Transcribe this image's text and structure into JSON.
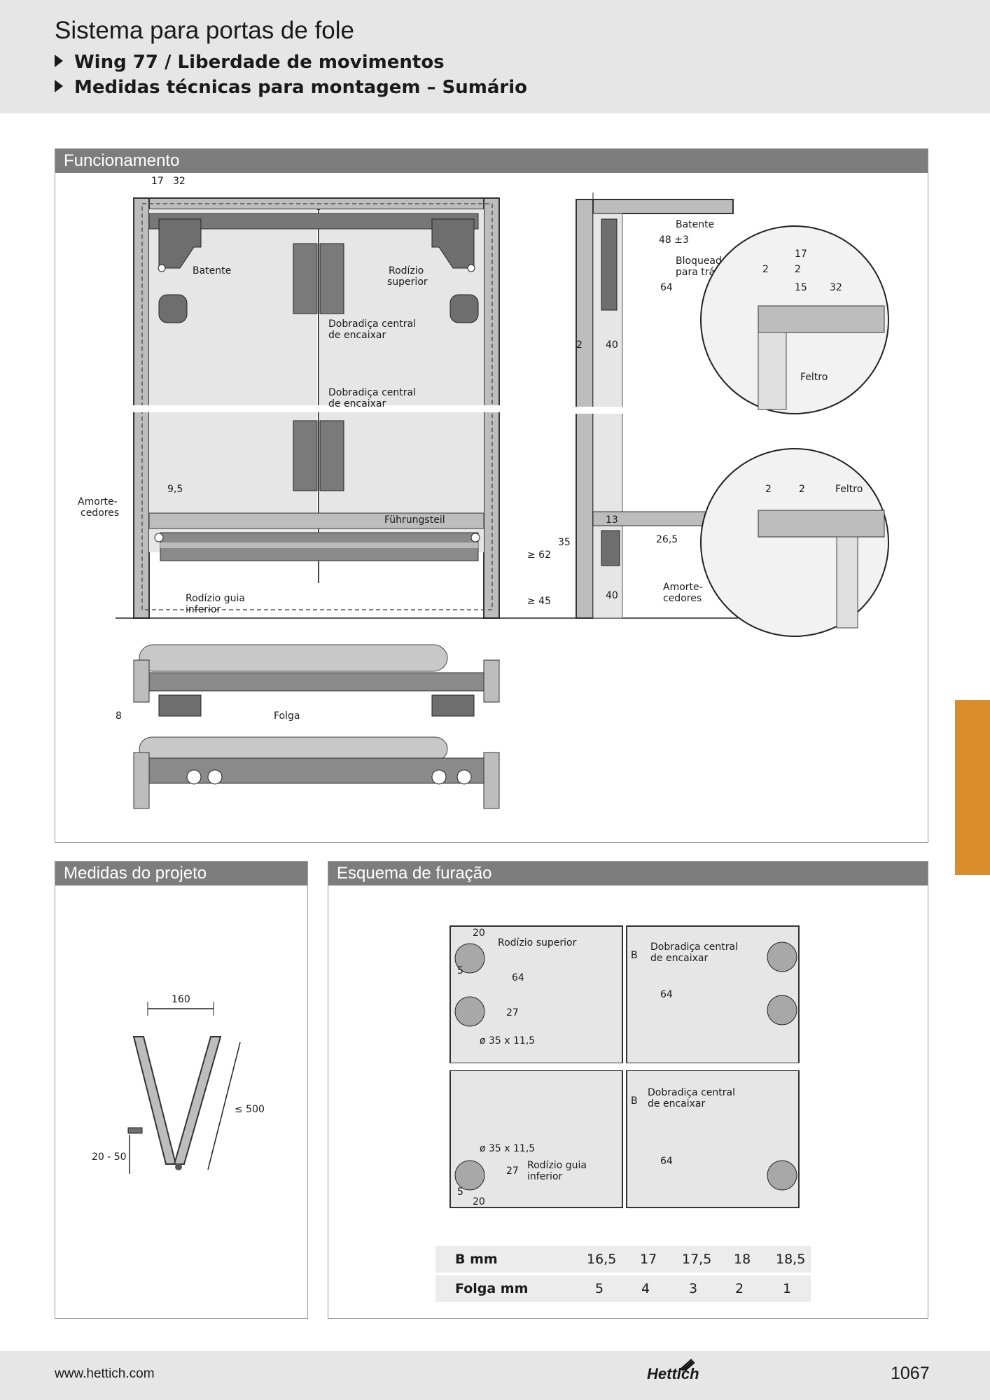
{
  "header": {
    "title": "Sistema para portas de fole",
    "subtitle_1": "Wing 77 / Liberdade de movimentos",
    "subtitle_2": "Medidas técnicas para montagem – Sumário"
  },
  "panels": {
    "funcionamento": {
      "title": "Funcionamento",
      "labels": {
        "dim_17": "17",
        "dim_32": "32",
        "batente": "Batente",
        "rodizio_superior_1": "Rodízio",
        "rodizio_superior_2": "superior",
        "dobradica_1a": "Dobradiça central",
        "dobradica_1b": "de encaixar",
        "dobradica_2a": "Dobradiça central",
        "dobradica_2b": "de encaixar",
        "amortecedores_1a": "Amorte-",
        "amortecedores_1b": "cedores",
        "dim_9_5": "9,5",
        "fuhrungsteil": "Führungsteil",
        "rodizio_guia_1": "Rodízio guia",
        "rodizio_guia_2": "inferior",
        "side_batente": "Batente",
        "dim_48_3": "48 ±3",
        "bloqueador_1": "Bloqueador",
        "bloqueador_2": "para trás",
        "dim_64": "64",
        "dim_2": "2",
        "dim_40": "40",
        "dim_13": "13",
        "dim_35": "35",
        "dim_26_5": "26,5",
        "dim_ge62": "≥ 62",
        "dim_ge45": "≥ 45",
        "dim_40b": "40",
        "amortecedores_2a": "Amorte-",
        "amortecedores_2b": "cedores",
        "c1_17": "17",
        "c1_2a": "2",
        "c1_2b": "2",
        "c1_15": "15",
        "c1_32": "32",
        "feltro_1": "Feltro",
        "c2_2a": "2",
        "c2_2b": "2",
        "feltro_2": "Feltro",
        "dim_8": "8",
        "folga": "Folga"
      }
    },
    "medidas": {
      "title": "Medidas do projeto",
      "dim_160": "160",
      "dim_le500": "≤ 500",
      "dim_20_50": "20 - 50"
    },
    "furacao": {
      "title": "Esquema de furação",
      "labels": {
        "d20a": "20",
        "rodizio_superior": "Rodízio superior",
        "d5a": "5",
        "d64a": "64",
        "d27a": "27",
        "phi_a": "ø 35 x 11,5",
        "b_a": "B",
        "dob_a1": "Dobradiça central",
        "dob_a2": "de encaixar",
        "d64b": "64",
        "phi_b": "ø 35 x 11,5",
        "d27b": "27",
        "rodizio_guia_1": "Rodízio guia",
        "rodizio_guia_2": "inferior",
        "d5b": "5",
        "d20b": "20",
        "b_b": "B",
        "dob_b1": "Dobradiça central",
        "dob_b2": "de encaixar",
        "d64c": "64"
      },
      "table": {
        "rows": [
          {
            "label": "B mm",
            "values": [
              "16,5",
              "17",
              "17,5",
              "18",
              "18,5"
            ]
          },
          {
            "label": "Folga mm",
            "values": [
              "5",
              "4",
              "3",
              "2",
              "1"
            ]
          }
        ]
      }
    }
  },
  "footer": {
    "url": "www.hettich.com",
    "logo": "Hettich",
    "page": "1067"
  }
}
